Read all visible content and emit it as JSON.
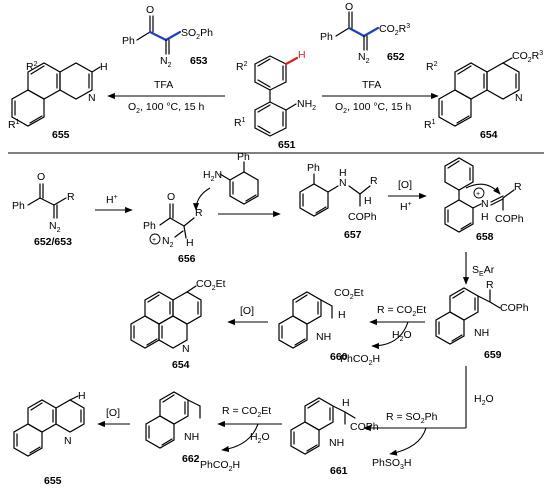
{
  "labels": {
    "c653": "653",
    "c652": "652",
    "c651": "651",
    "c655": "655",
    "c654": "654",
    "c652_653": "652/653",
    "c656": "656",
    "c657": "657",
    "c658": "658",
    "c659": "659",
    "c660": "660",
    "c661": "661",
    "c662": "662",
    "c654b": "654",
    "c655b": "655"
  },
  "text": {
    "tfa": "TFA",
    "o2_cond": "O",
    "o2_rest": ", 100 °C, 15 h",
    "hplus": "H",
    "ox": "[O]",
    "water": "H",
    "water_rest": "O",
    "sear": "S",
    "sear_sub": "E",
    "sear_rest": "Ar",
    "r_co2et": "R = CO",
    "r_co2et_rest": "Et",
    "r_so2ph": "R = SO",
    "r_so2ph_rest": "Ph",
    "phco2h": "PhCO",
    "phco2h_rest": "H",
    "phso3h": "PhSO",
    "phso3h_rest": "H",
    "so2ph": "SO",
    "so2ph_rest": "Ph",
    "co2r3": "CO",
    "co2r3_rest": "R",
    "co2et": "CO",
    "co2et_rest": "Et",
    "nh2": "NH",
    "n2": "N",
    "ph": "Ph",
    "cooph": "COPh",
    "o": "O",
    "n": "N",
    "nh": "NH",
    "h": "H",
    "r": "R",
    "r1": "R",
    "r2": "R",
    "r3": "3",
    "sup1": "1",
    "sup2": "2",
    "sub2": "2",
    "sub3": "3",
    "plus": "+"
  }
}
